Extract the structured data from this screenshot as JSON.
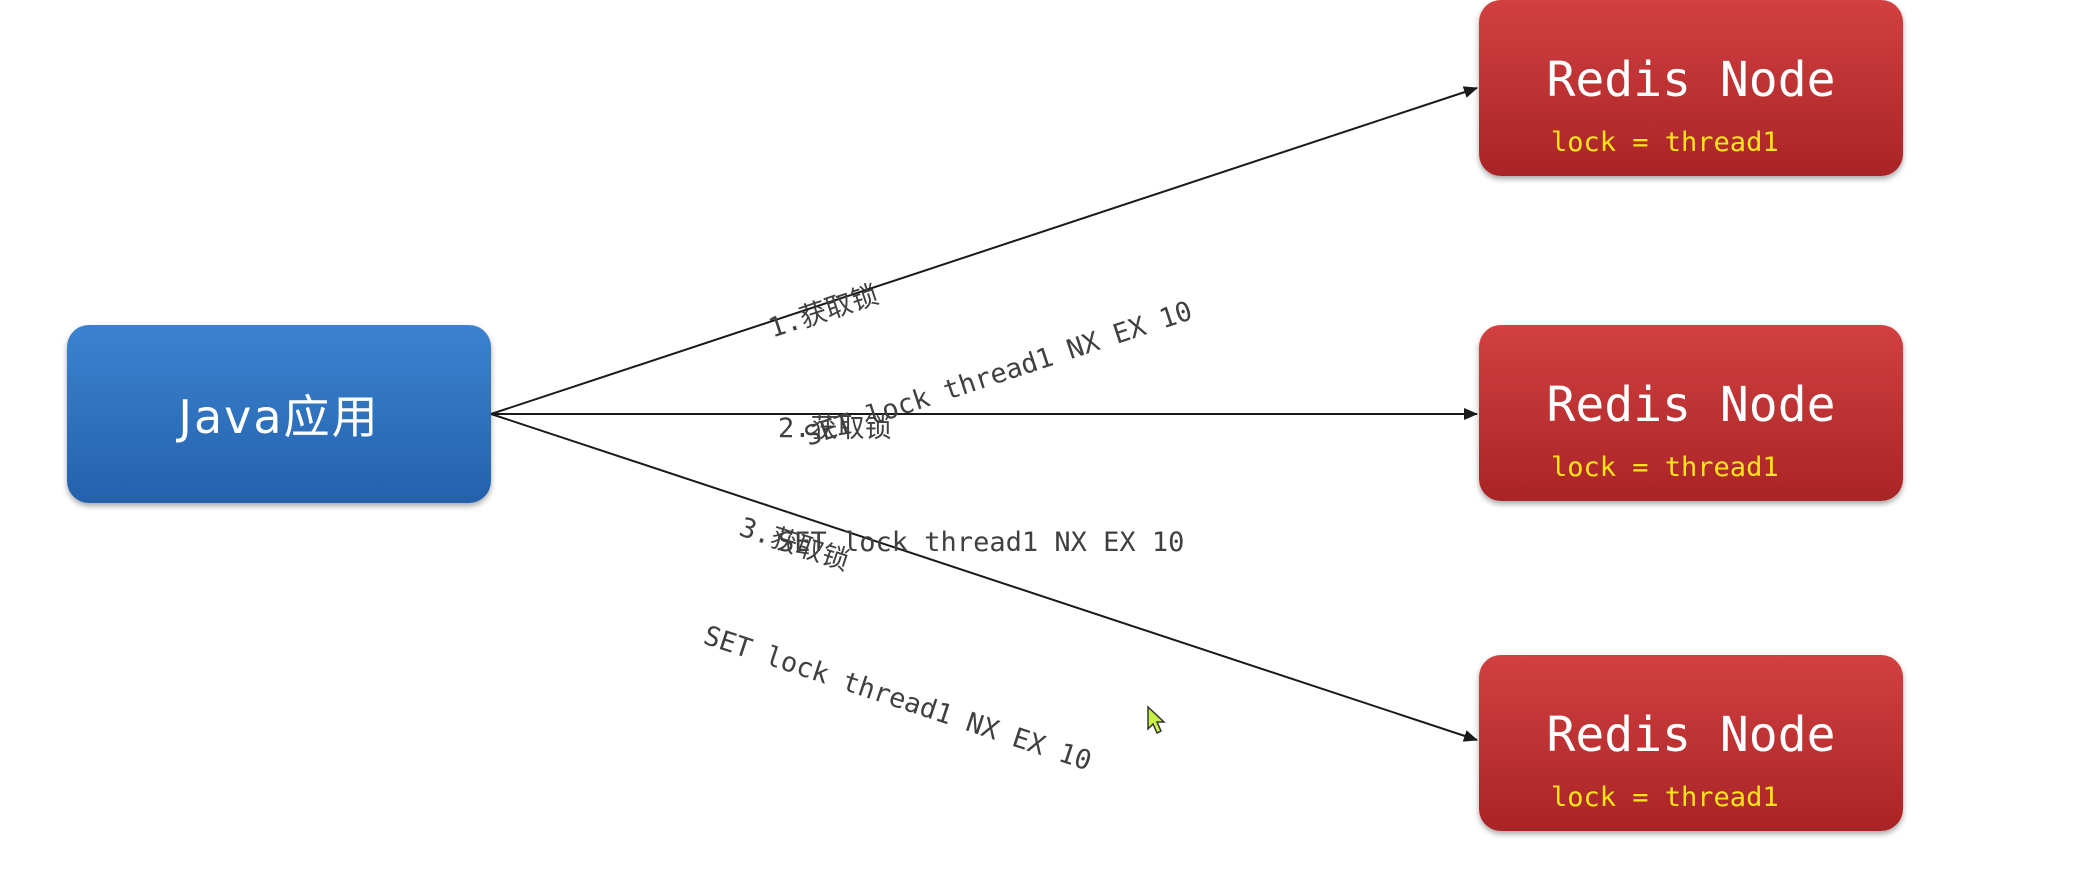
{
  "source": {
    "label": "Java应用"
  },
  "nodes": [
    {
      "title": "Redis Node",
      "lock_text": "lock = thread1"
    },
    {
      "title": "Redis Node",
      "lock_text": "lock = thread1"
    },
    {
      "title": "Redis Node",
      "lock_text": "lock = thread1"
    }
  ],
  "edges": [
    {
      "step": "1.获取锁",
      "command": "SET lock thread1 NX EX 10"
    },
    {
      "step": "2.获取锁",
      "command": "SET lock thread1 NX EX 10"
    },
    {
      "step": "3.获取锁",
      "command": "SET lock thread1 NX EX 10"
    }
  ],
  "colors": {
    "source_fill": "#2e72c0",
    "node_fill": "#c03133",
    "lock_text": "#ffe51a",
    "edge": "#1a1a1a"
  }
}
